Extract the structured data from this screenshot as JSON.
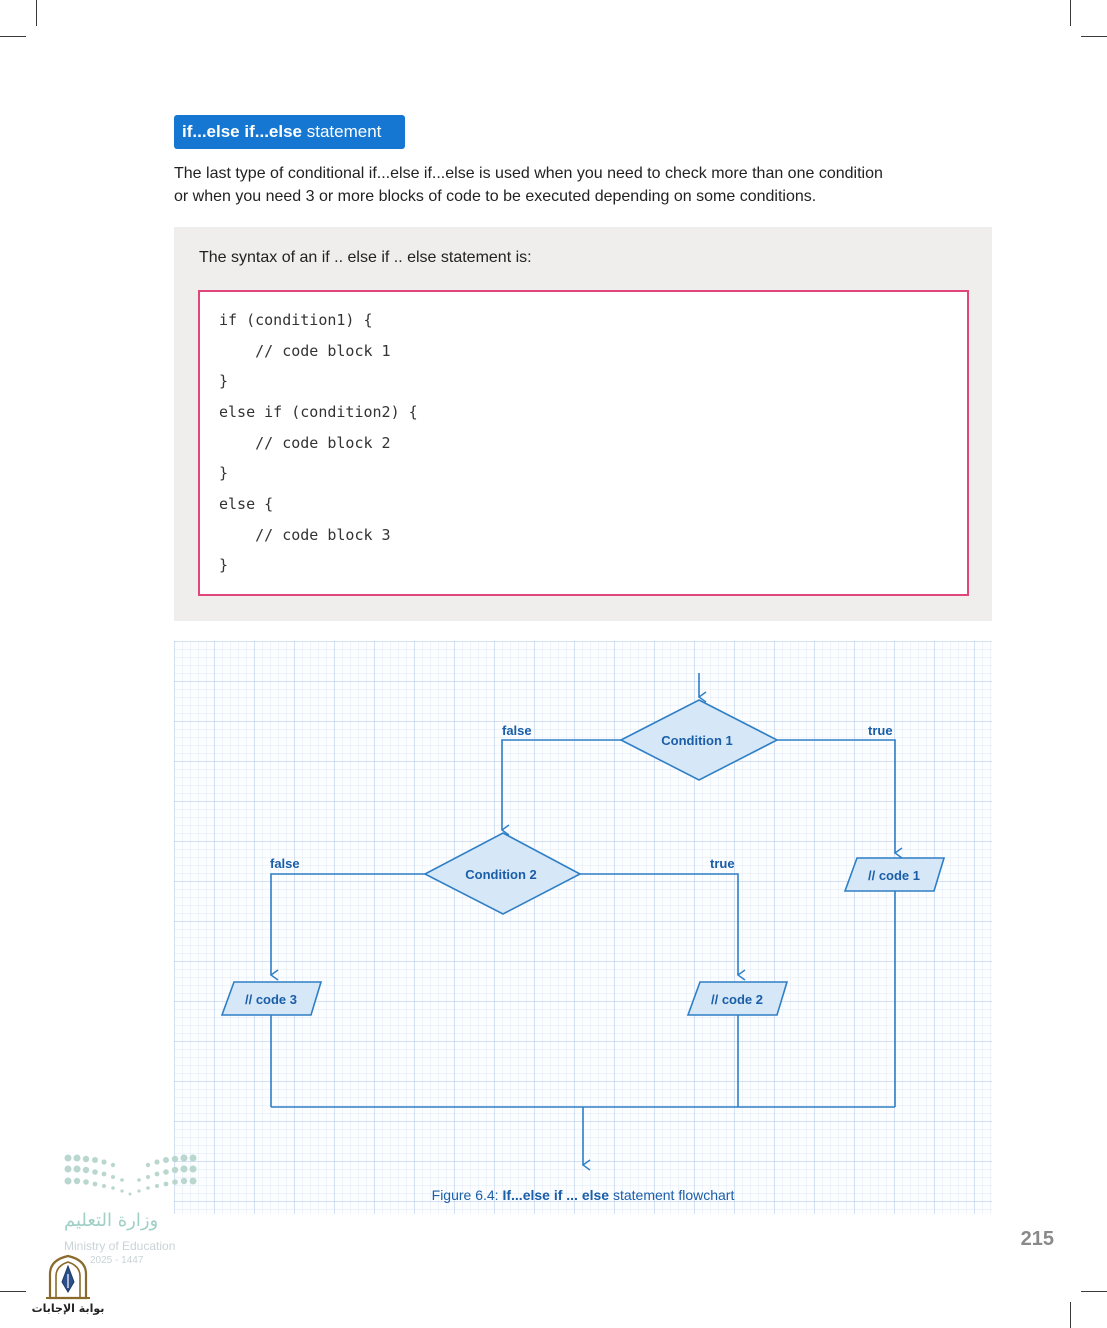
{
  "heading": {
    "bold": "if...else if...else",
    "rest": " statement"
  },
  "intro": {
    "line1": "The last type of conditional if...else if...else is used when you need to check more than one condition",
    "line2": "or when you need 3 or more blocks of code to be executed depending on some conditions."
  },
  "syntax": {
    "label": "The syntax of an if .. else if .. else statement is:",
    "code_lines": [
      "if (condition1) {",
      "    // code block 1",
      "}",
      "else if (condition2) {",
      "    // code block 2",
      "}",
      "else {",
      "    // code block 3",
      "}"
    ]
  },
  "flowchart": {
    "condition1": "Condition 1",
    "condition2": "Condition 2",
    "code1": "// code 1",
    "code2": "// code 2",
    "code3": "// code 3",
    "false_label": "false",
    "true_label": "true",
    "caption": {
      "prefix": "Figure 6.4: ",
      "bold1": "If...else if ...",
      "mid": " ",
      "bold2": "else",
      "suffix": " statement flowchart"
    }
  },
  "page_number": "215",
  "footer": {
    "ministry_arabic": "وزارة التعليم",
    "ministry_english": "Ministry of Education",
    "ministry_year": "2025 - 1447",
    "portal_arabic": "بوابة الإجابات"
  },
  "colors": {
    "heading_bg": "#1577d1",
    "code_border": "#e0467c",
    "flow_blue": "#1a5ea8",
    "shape_fill": "#d6e8f7",
    "shape_stroke": "#2f7fc6",
    "ministry_teal": "#9fcfc5"
  }
}
